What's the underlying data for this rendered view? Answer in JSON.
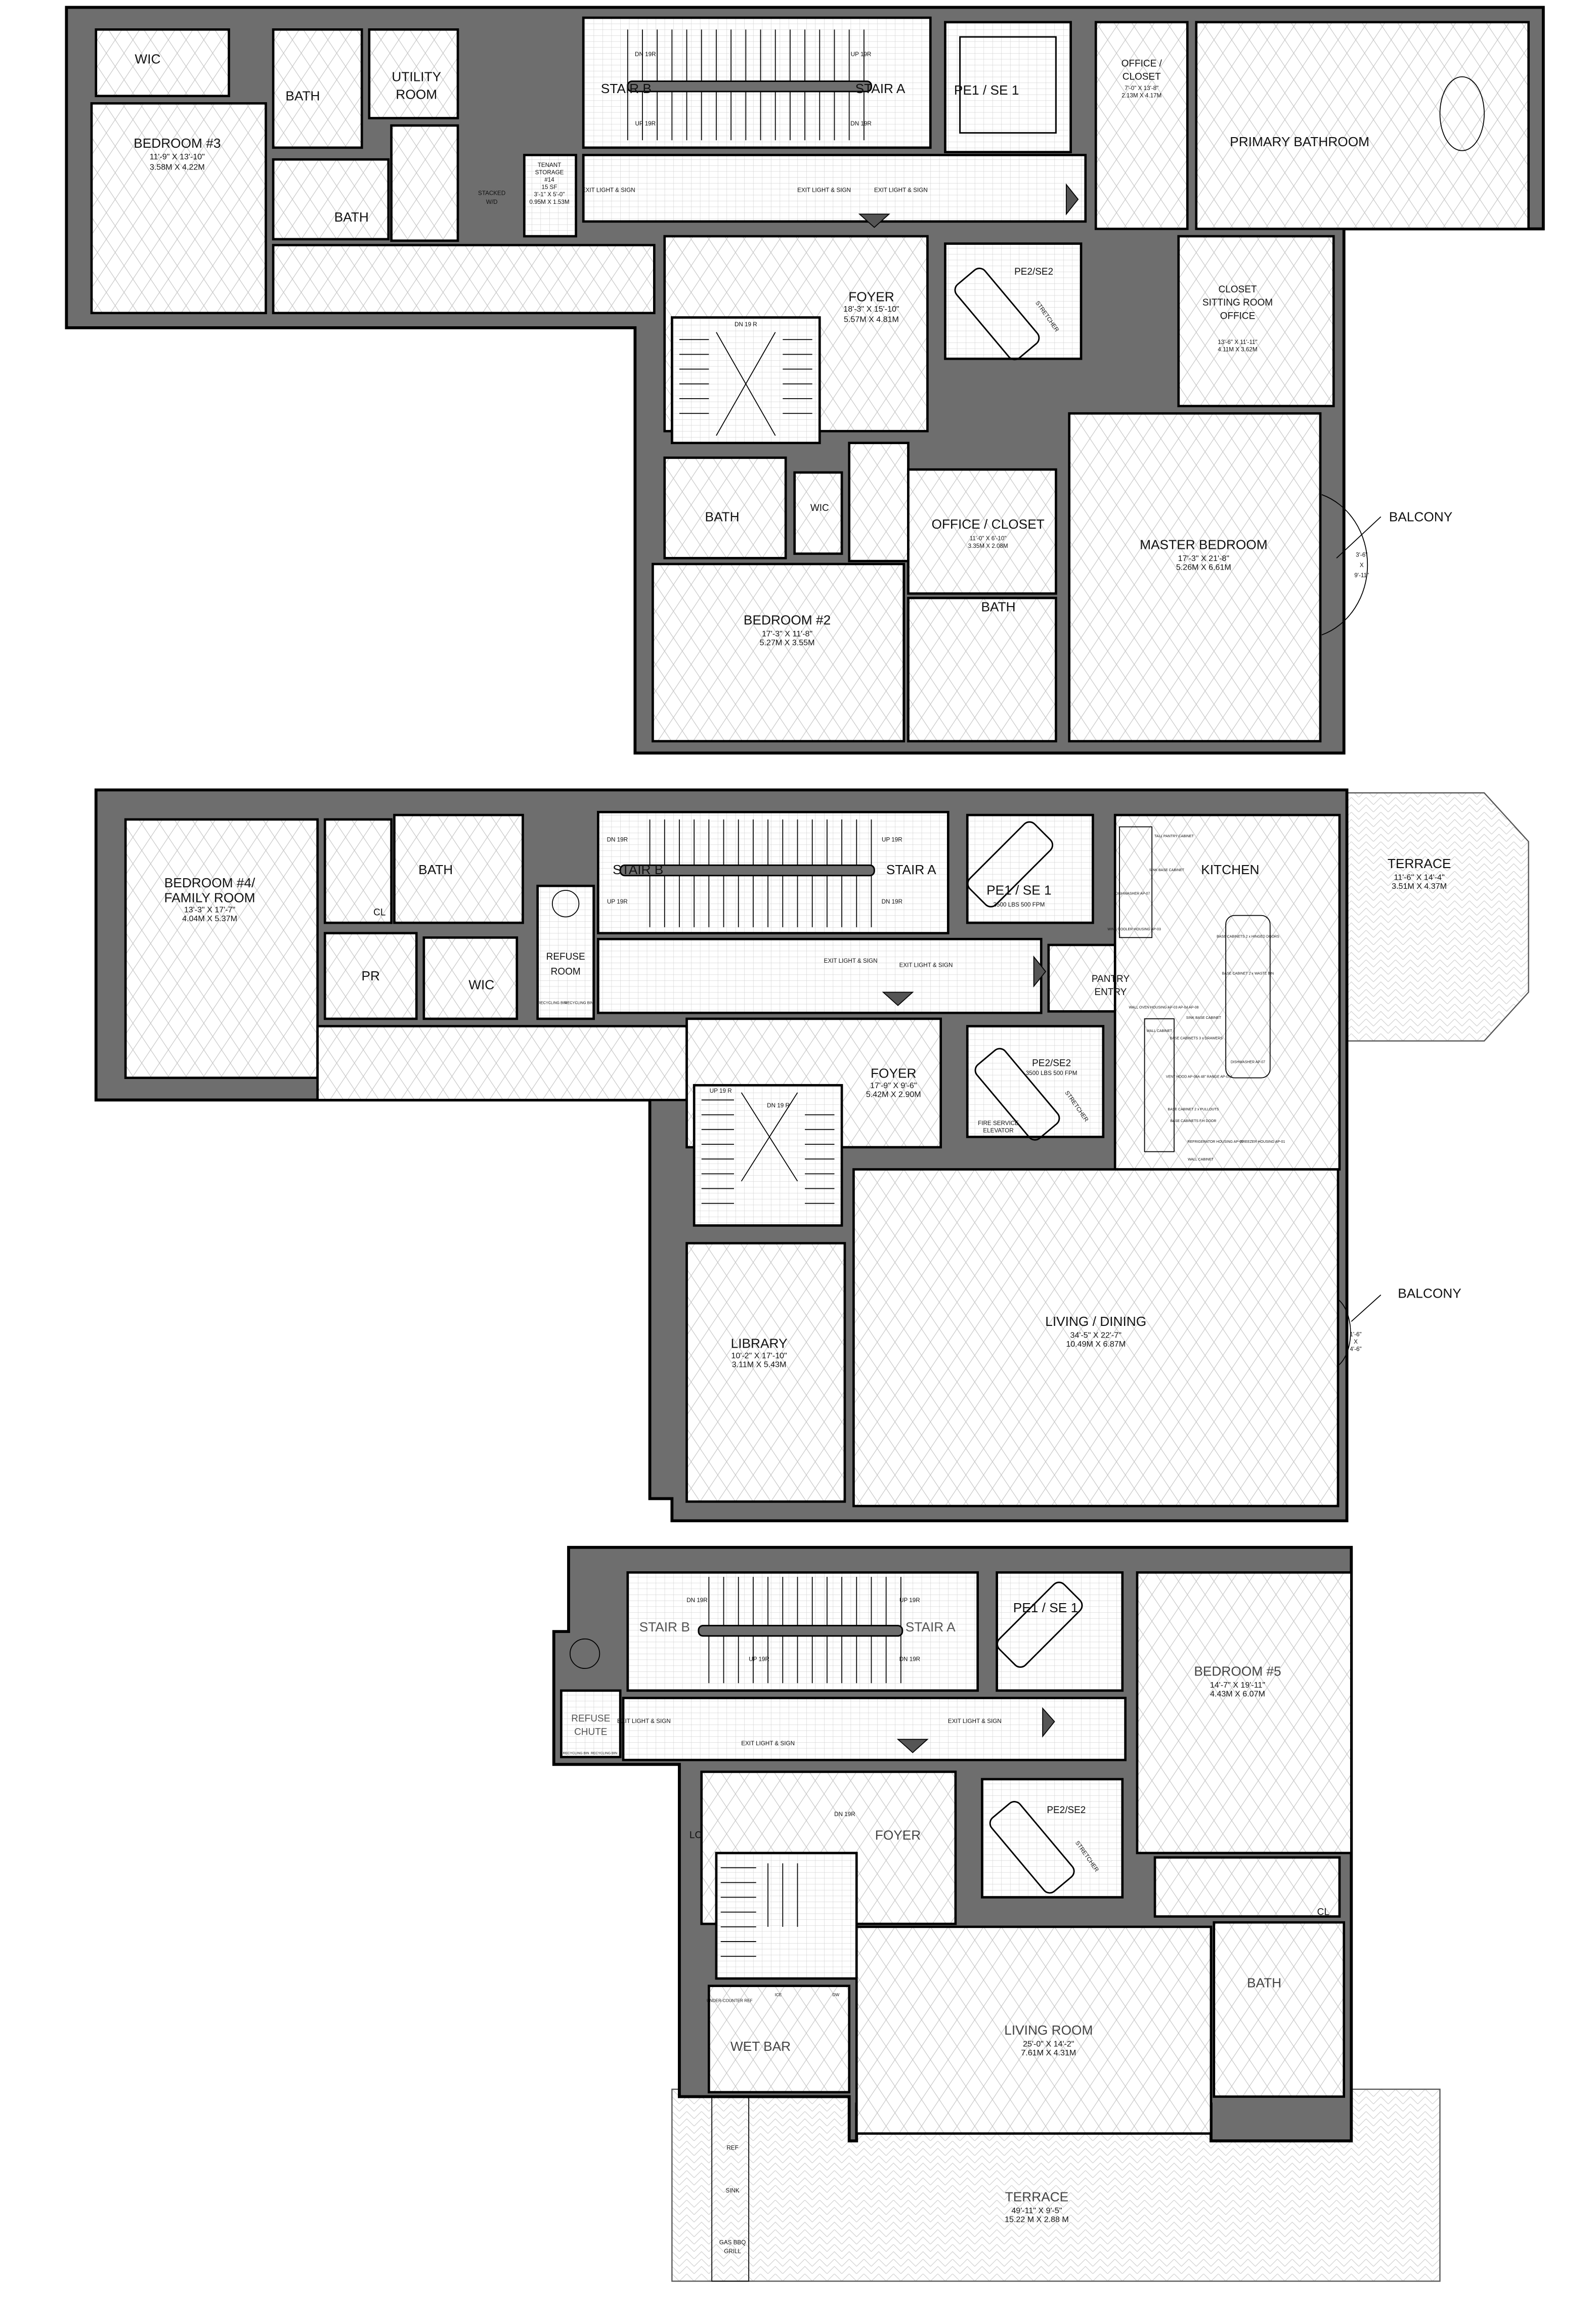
{
  "colors": {
    "wall": "#6e6e6e",
    "outline": "#000000",
    "floor_pattern": "#bdbdbd",
    "background": "#ffffff"
  },
  "floor1": {
    "wic": "WIC",
    "bath_top": "BATH",
    "utility": [
      "UTILITY",
      "ROOM"
    ],
    "bedroom3": {
      "name": "BEDROOM #3",
      "imperial": "11'-9\" X 13'-10\"",
      "metric": "3.58M X 4.22M"
    },
    "bath_lower": "BATH",
    "stacked": [
      "STACKED",
      "W/D"
    ],
    "tenant_storage": [
      "TENANT",
      "STORAGE",
      "#14",
      "15 SF",
      "3'-1\" X 5'-0\"",
      "0.95M X 1.53M"
    ],
    "stair_b": "STAIR B",
    "stair_a": "STAIR A",
    "stair_marks": [
      "DN 19R",
      "UP 19R",
      "UP 19R",
      "DN 19R"
    ],
    "exit_signs": [
      "EXIT LIGHT & SIGN",
      "EXIT LIGHT & SIGN",
      "EXIT LIGHT & SIGN"
    ],
    "pe1": "PE1 / SE 1",
    "office_closet_top": {
      "name": [
        "OFFICE /",
        "CLOSET"
      ],
      "imperial": "7'-0\" X 13'-8\"",
      "metric": "2.13M X 4.17M"
    },
    "primary_bathroom": "PRIMARY BATHROOM",
    "foyer": {
      "name": "FOYER",
      "imperial": "18'-3\" X 15'-10\"",
      "metric": "5.57M X 4.81M"
    },
    "pe2": "PE2/SE2",
    "stretcher": "STRETCHER",
    "stair_inner": "DN 19 R",
    "closet_sitting": {
      "name": [
        "CLOSET",
        "SITTING ROOM",
        "OFFICE"
      ],
      "imperial": "13'-6\" X 11'-11\"",
      "metric": "4.11M X 3.62M"
    },
    "bath_left": "BATH",
    "wic_small": "WIC",
    "office_closet_mid": {
      "name": "OFFICE / CLOSET",
      "imperial": "11'-0\" X 6'-10\"",
      "metric": "3.35M X 2.08M"
    },
    "bath_mid": "BATH",
    "master_bedroom": {
      "name": "MASTER BEDROOM",
      "imperial": "17'-3\" X 21'-8\"",
      "metric": "5.26M X 6.61M"
    },
    "bedroom2": {
      "name": "BEDROOM #2",
      "imperial": "17'-3\" X 11'-8\"",
      "metric": "5.27M X 3.55M"
    },
    "balcony": {
      "name": "BALCONY",
      "dims": [
        "3'-6\"",
        "X",
        "9'-11\""
      ]
    }
  },
  "floor2": {
    "bedroom4": {
      "name": [
        "BEDROOM #4/",
        "FAMILY ROOM"
      ],
      "imperial": "13'-3\" X 17'-7\"",
      "metric": "4.04M X 5.37M"
    },
    "cl": "CL",
    "bath": "BATH",
    "pr": "PR",
    "wic": "WIC",
    "refuse_room": [
      "REFUSE",
      "ROOM"
    ],
    "recycling": [
      "RECYCLING BIN",
      "RECYCLING BIN"
    ],
    "stair_b": "STAIR B",
    "stair_a": "STAIR A",
    "stair_marks": [
      "DN 19R",
      "UP 19R",
      "UP 19R",
      "DN 19R"
    ],
    "exit_signs": [
      "EXIT LIGHT & SIGN",
      "EXIT LIGHT & SIGN"
    ],
    "pe1": "PE1 / SE 1",
    "pe1_spec": "3500 LBS  500 FPM",
    "pe2": "PE2/SE2",
    "pe2_spec": "3500 LBS  500 FPM",
    "fire_service": [
      "FIRE SERVICE",
      "ELEVATOR"
    ],
    "stretcher": "STRETCHER",
    "pantry_entry": [
      "PANTRY",
      "ENTRY"
    ],
    "foyer": {
      "name": "FOYER",
      "imperial": "17'-9\" X 9'-6\"",
      "metric": "5.42M X 2.90M"
    },
    "stair_inner": [
      "UP 19 R",
      "DN 19 R"
    ],
    "kitchen": "KITCHEN",
    "kitchen_items": [
      "TALL PANTRY CABINET",
      "SINK BASE CABINET",
      "DISHWASHER AP-07",
      "WINE COOLER HOUSING AP-03",
      "BASE CABINETS 2 x HINGED DOORS",
      "BASE CABINET 2 x WASTE BIN",
      "SINK BASE CABINET",
      "DISHWASHER AP-07",
      "WALL OVEN HOUSING AP-03 AP-04 AP-08",
      "WALL CABINET",
      "BASE CABINETS 3 x DRAWERS",
      "VENT HOOD AP-06A 48\" RANGE AP-05A",
      "BASE CABINET 2 x PULLOUTS",
      "BASE CABINETS F.H DOOR",
      "REFRIGERATOR HOUSING AP-02",
      "FREEZER HOUSING AP-01",
      "WALL CABINET"
    ],
    "terrace": {
      "name": "TERRACE",
      "imperial": "11'-6\" X 14'-4\"",
      "metric": "3.51M X 4.37M"
    },
    "library": {
      "name": "LIBRARY",
      "imperial": "10'-2\" X 17'-10\"",
      "metric": "3.11M X 5.43M"
    },
    "living_dining": {
      "name": "LIVING / DINING",
      "imperial": "34'-5\" X 22'-7\"",
      "metric": "10.49M X 6.87M"
    },
    "balcony": {
      "name": "BALCONY",
      "dims": [
        "1'-6\"",
        "X",
        "4'-6\""
      ]
    }
  },
  "floor3": {
    "stair_b": "STAIR B",
    "stair_a": "STAIR A",
    "stair_marks": [
      "DN 19R",
      "UP 19R",
      "UP 19R",
      "DN 19R"
    ],
    "pe1": "PE1 / SE 1",
    "refuse_chute": [
      "REFUSE",
      "CHUTE"
    ],
    "recycling": [
      "RECYCLING BIN",
      "RECYCLING BIN"
    ],
    "exit_signs": [
      "EXIT LIGHT & SIGN",
      "EXIT LIGHT & SIGN",
      "EXIT LIGHT & SIGN"
    ],
    "bedroom5": {
      "name": "BEDROOM #5",
      "imperial": "14'-7\" X 19'-11\"",
      "metric": "4.43M X 6.07M"
    },
    "foyer": "FOYER",
    "lc": "LC",
    "stair_inner": "DN 19R",
    "pe2": "PE2/SE2",
    "stretcher": "STRETCHER",
    "cl": "CL",
    "bath": "BATH",
    "living_room": {
      "name": "LIVING ROOM",
      "imperial": "25'-0\" X 14'-2\"",
      "metric": "7.61M X 4.31M"
    },
    "wet_bar": "WET BAR",
    "wet_bar_items": [
      "UNDER-COUNTER REF",
      "ICE",
      "DW"
    ],
    "terrace": {
      "name": "TERRACE",
      "imperial": "49'-11\" X 9'-5\"",
      "metric": "15.22 M X 2.88 M"
    },
    "terrace_items": [
      "REF",
      "SINK",
      "GAS BBQ",
      "GRILL"
    ]
  }
}
